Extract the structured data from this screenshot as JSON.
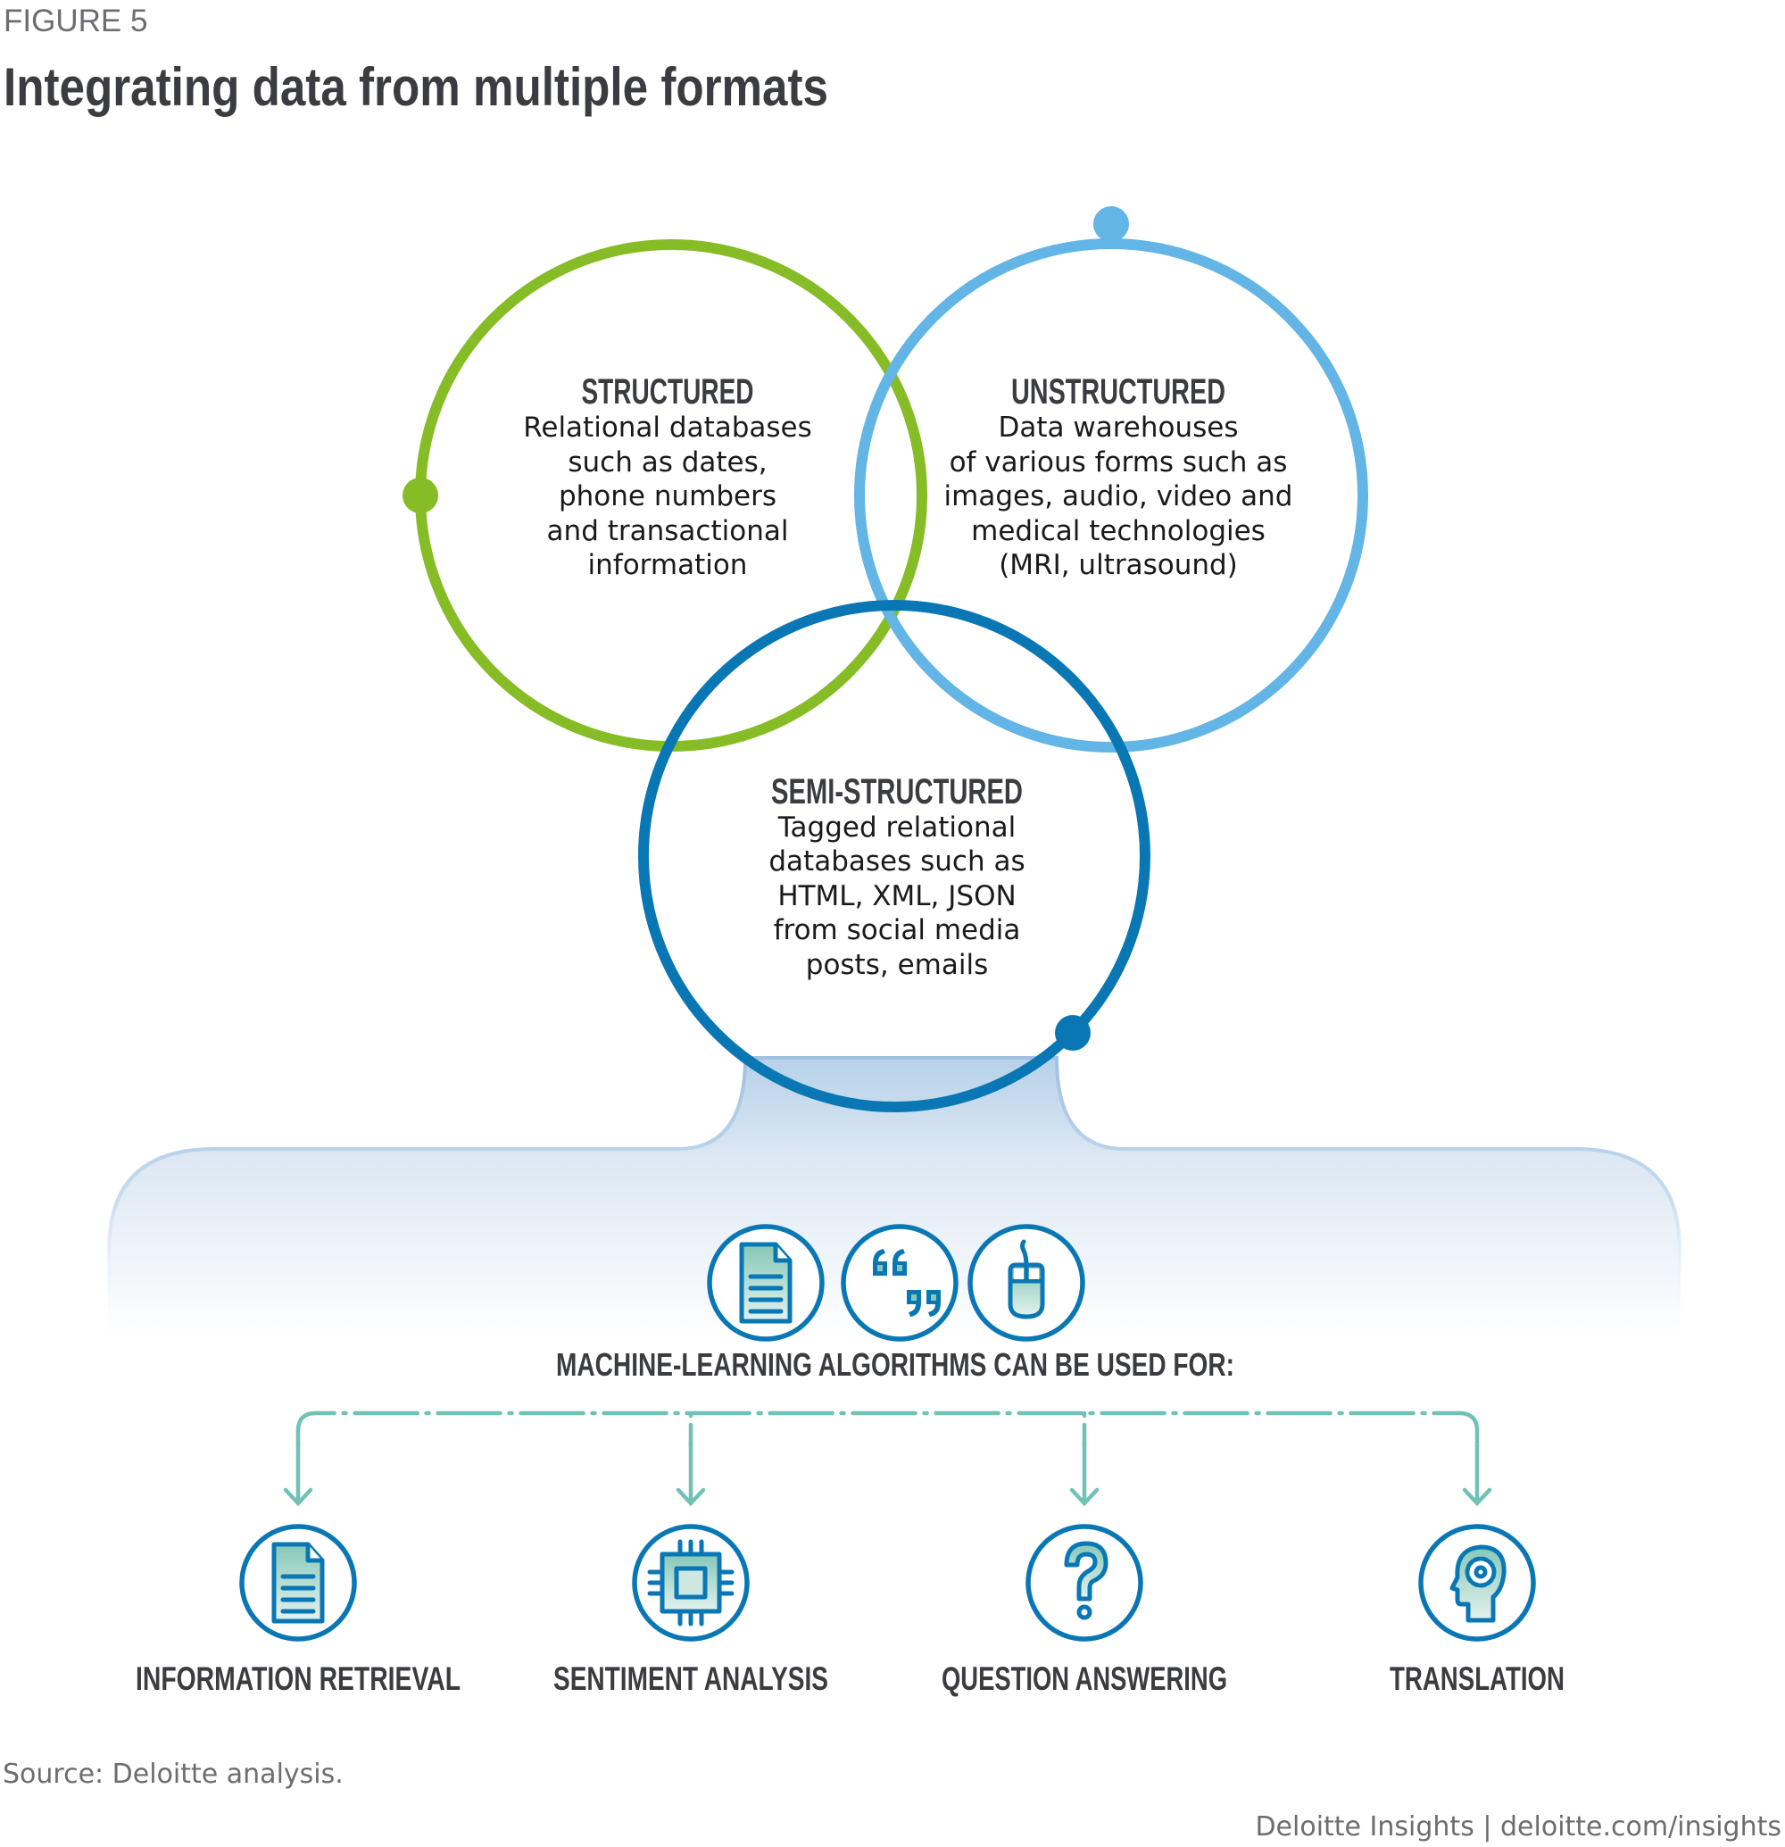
{
  "figure_label": "FIGURE 5",
  "title": "Integrating data from multiple formats",
  "colors": {
    "structured": "#86bc25",
    "unstructured": "#62b5e5",
    "semi_structured": "#0a77b5",
    "icon_stroke": "#0a77b5",
    "connector": "#6fc2b4",
    "text_dark": "#3b3c40",
    "text_gray": "#6b6d70"
  },
  "circles": [
    {
      "id": "structured",
      "heading": "STRUCTURED",
      "lines": [
        "Relational databases",
        "such as dates,",
        "phone numbers",
        "and transactional",
        "information"
      ]
    },
    {
      "id": "unstructured",
      "heading": "UNSTRUCTURED",
      "lines": [
        "Data warehouses",
        "of various forms such as",
        "images, audio, video and",
        "medical technologies",
        "(MRI, ultrasound)"
      ]
    },
    {
      "id": "semi_structured",
      "heading": "SEMI-STRUCTURED",
      "lines": [
        "Tagged relational",
        "databases such as",
        "HTML, XML, JSON",
        "from social media",
        "posts, emails"
      ]
    }
  ],
  "source_icons": [
    "document-icon",
    "quote-icon",
    "mouse-icon"
  ],
  "ml_heading": "MACHINE-LEARNING ALGORITHMS CAN BE USED FOR:",
  "uses": [
    {
      "label": "INFORMATION RETRIEVAL",
      "icon": "document-icon"
    },
    {
      "label": "SENTIMENT ANALYSIS",
      "icon": "chip-icon"
    },
    {
      "label": "QUESTION ANSWERING",
      "icon": "question-icon"
    },
    {
      "label": "TRANSLATION",
      "icon": "head-gear-icon"
    }
  ],
  "source": "Source: Deloitte analysis.",
  "footer": "Deloitte Insights | deloitte.com/insights"
}
